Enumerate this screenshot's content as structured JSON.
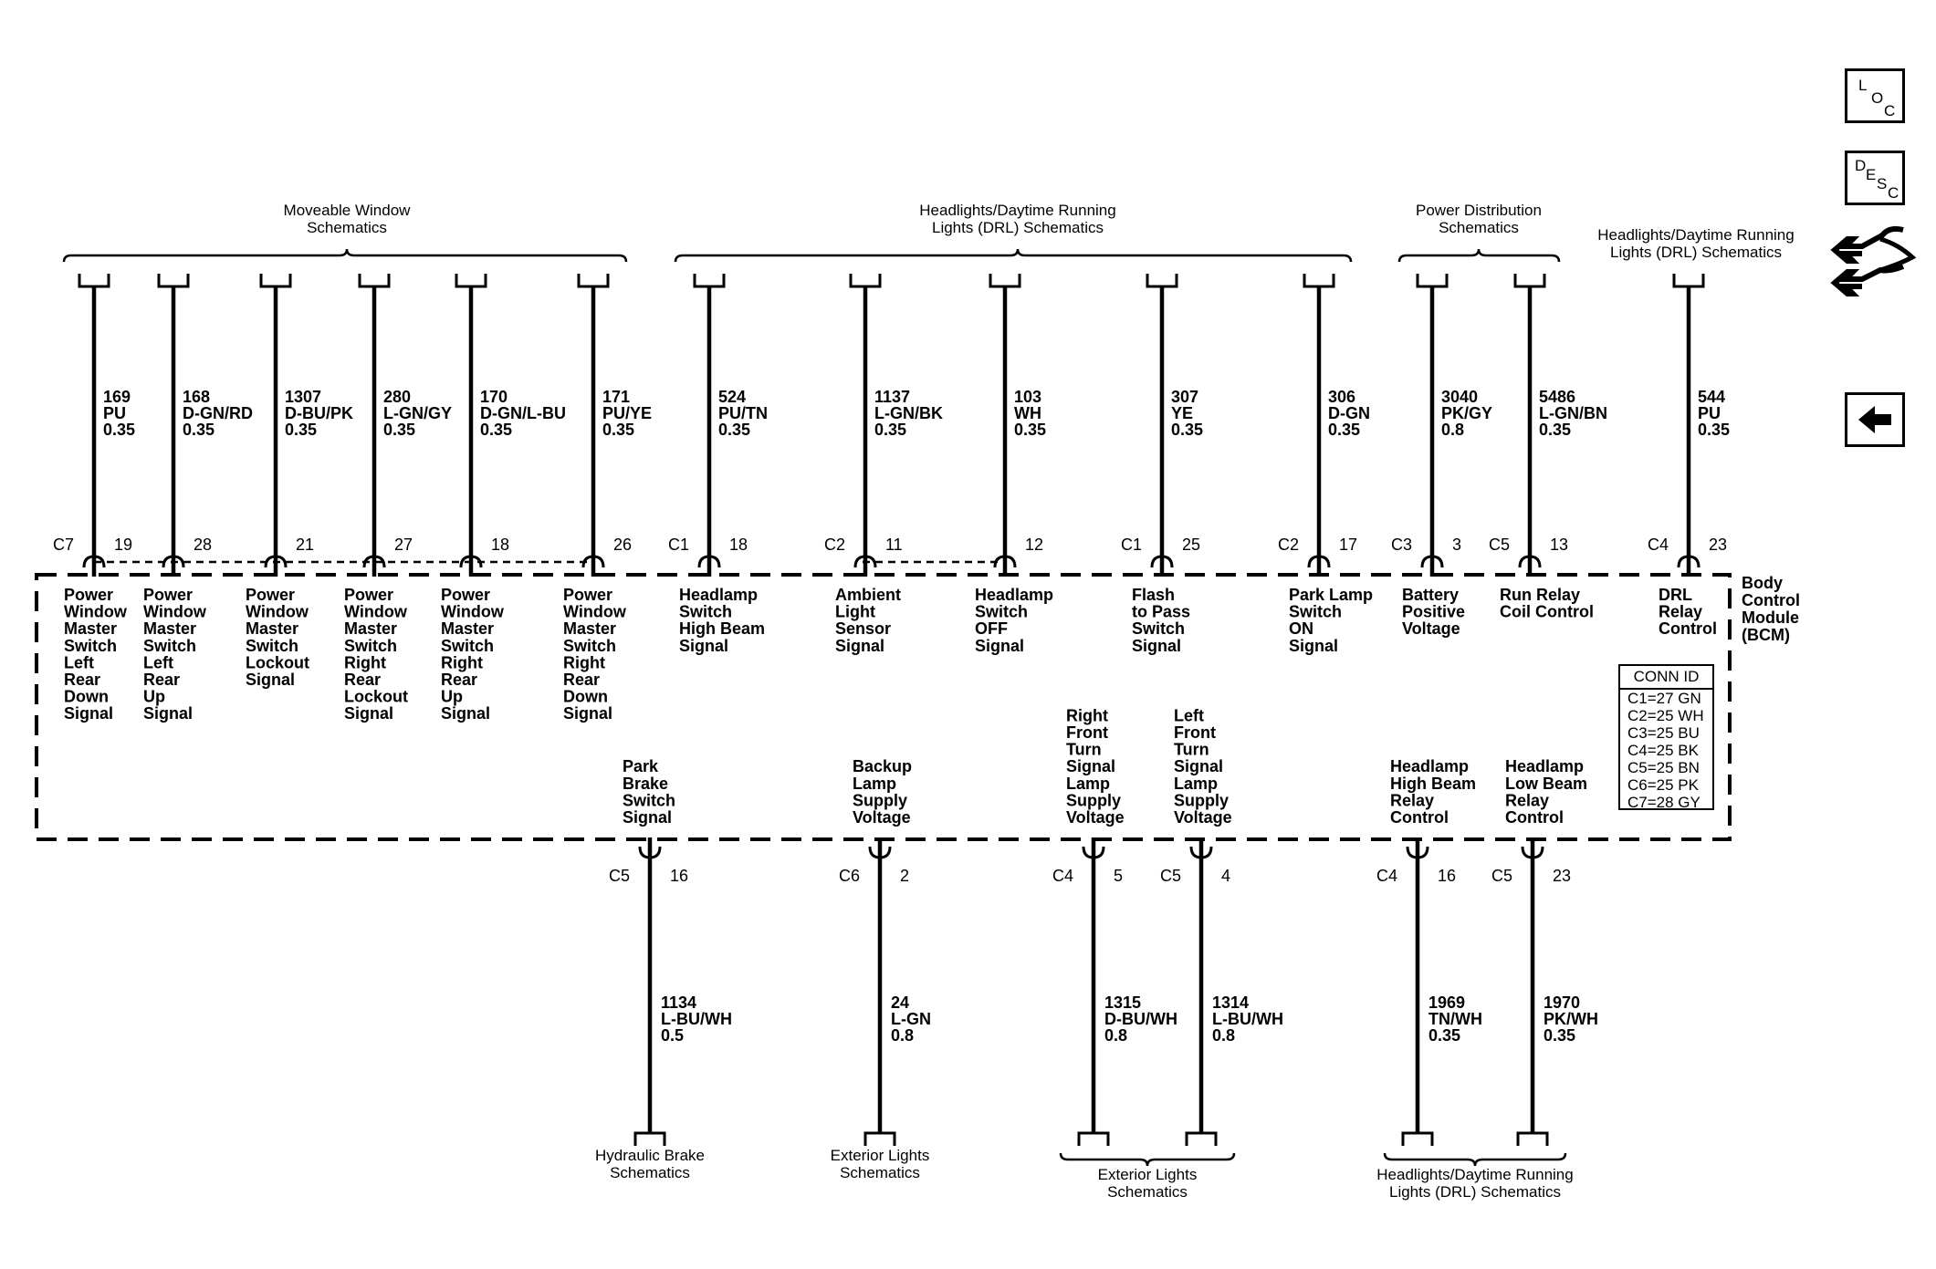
{
  "groups_top": [
    {
      "label": [
        "Moveable Window",
        "Schematics"
      ]
    },
    {
      "label": [
        "Headlights/Daytime Running",
        "Lights (DRL) Schematics"
      ]
    },
    {
      "label": [
        "Power Distribution",
        "Schematics"
      ]
    },
    {
      "label": [
        "Headlights/Daytime Running",
        "Lights (DRL) Schematics"
      ]
    }
  ],
  "groups_bottom": [
    {
      "label": [
        "Hydraulic Brake",
        "Schematics"
      ]
    },
    {
      "label": [
        "Exterior Lights",
        "Schematics"
      ]
    },
    {
      "label": [
        "Exterior Lights",
        "Schematics"
      ]
    },
    {
      "label": [
        "Headlights/Daytime Running",
        "Lights (DRL) Schematics"
      ]
    }
  ],
  "module": {
    "label": [
      "Body",
      "Control",
      "Module",
      "(BCM)"
    ]
  },
  "top_circuits": [
    {
      "conn": "C7",
      "pin": "19",
      "circuit": "169",
      "color": "PU",
      "gauge": "0.35",
      "label": [
        "Power",
        "Window",
        "Master",
        "Switch",
        "Left",
        "Rear",
        "Down",
        "Signal"
      ]
    },
    {
      "conn": "",
      "pin": "28",
      "circuit": "168",
      "color": "D-GN/RD",
      "gauge": "0.35",
      "label": [
        "Power",
        "Window",
        "Master",
        "Switch",
        "Left",
        "Rear",
        "Up",
        "Signal"
      ]
    },
    {
      "conn": "",
      "pin": "21",
      "circuit": "1307",
      "color": "D-BU/PK",
      "gauge": "0.35",
      "label": [
        "Power",
        "Window",
        "Master",
        "Switch",
        "Lockout",
        "Signal"
      ]
    },
    {
      "conn": "",
      "pin": "27",
      "circuit": "280",
      "color": "L-GN/GY",
      "gauge": "0.35",
      "label": [
        "Power",
        "Window",
        "Master",
        "Switch",
        "Right",
        "Rear",
        "Lockout",
        "Signal"
      ]
    },
    {
      "conn": "",
      "pin": "18",
      "circuit": "170",
      "color": "D-GN/L-BU",
      "gauge": "0.35",
      "label": [
        "Power",
        "Window",
        "Master",
        "Switch",
        "Right",
        "Rear",
        "Up",
        "Signal"
      ]
    },
    {
      "conn": "",
      "pin": "26",
      "circuit": "171",
      "color": "PU/YE",
      "gauge": "0.35",
      "label": [
        "Power",
        "Window",
        "Master",
        "Switch",
        "Right",
        "Rear",
        "Down",
        "Signal"
      ]
    },
    {
      "conn": "C1",
      "pin": "18",
      "circuit": "524",
      "color": "PU/TN",
      "gauge": "0.35",
      "label": [
        "Headlamp",
        "Switch",
        "High Beam",
        "Signal"
      ]
    },
    {
      "conn": "C2",
      "pin": "11",
      "circuit": "1137",
      "color": "L-GN/BK",
      "gauge": "0.35",
      "label": [
        "Ambient",
        "Light",
        "Sensor",
        "Signal"
      ]
    },
    {
      "conn": "",
      "pin": "12",
      "circuit": "103",
      "color": "WH",
      "gauge": "0.35",
      "label": [
        "Headlamp",
        "Switch",
        "OFF",
        "Signal"
      ]
    },
    {
      "conn": "C1",
      "pin": "25",
      "circuit": "307",
      "color": "YE",
      "gauge": "0.35",
      "label": [
        "Flash",
        "to Pass",
        "Switch",
        "Signal"
      ]
    },
    {
      "conn": "C2",
      "pin": "17",
      "circuit": "306",
      "color": "D-GN",
      "gauge": "0.35",
      "label": [
        "Park Lamp",
        "Switch",
        "ON",
        "Signal"
      ]
    },
    {
      "conn": "C3",
      "pin": "3",
      "circuit": "3040",
      "color": "PK/GY",
      "gauge": "0.8",
      "label": [
        "Battery",
        "Positive",
        "Voltage"
      ]
    },
    {
      "conn": "C5",
      "pin": "13",
      "circuit": "5486",
      "color": "L-GN/BN",
      "gauge": "0.35",
      "label": [
        "Run Relay",
        "Coil Control"
      ]
    },
    {
      "conn": "C4",
      "pin": "23",
      "circuit": "544",
      "color": "PU",
      "gauge": "0.35",
      "label": [
        "DRL",
        "Relay",
        "Control"
      ]
    }
  ],
  "bottom_circuits": [
    {
      "conn": "C5",
      "pin": "16",
      "circuit": "1134",
      "color": "L-BU/WH",
      "gauge": "0.5",
      "label": [
        "Park",
        "Brake",
        "Switch",
        "Signal"
      ]
    },
    {
      "conn": "C6",
      "pin": "2",
      "circuit": "24",
      "color": "L-GN",
      "gauge": "0.8",
      "label": [
        "Backup",
        "Lamp",
        "Supply",
        "Voltage"
      ]
    },
    {
      "conn": "C4",
      "pin": "5",
      "circuit": "1315",
      "color": "D-BU/WH",
      "gauge": "0.8",
      "label": [
        "Right",
        "Front",
        "Turn",
        "Signal",
        "Lamp",
        "Supply",
        "Voltage"
      ]
    },
    {
      "conn": "C5",
      "pin": "4",
      "circuit": "1314",
      "color": "L-BU/WH",
      "gauge": "0.8",
      "label": [
        "Left",
        "Front",
        "Turn",
        "Signal",
        "Lamp",
        "Supply",
        "Voltage"
      ]
    },
    {
      "conn": "C4",
      "pin": "16",
      "circuit": "1969",
      "color": "TN/WH",
      "gauge": "0.35",
      "label": [
        "Headlamp",
        "High Beam",
        "Relay",
        "Control"
      ]
    },
    {
      "conn": "C5",
      "pin": "23",
      "circuit": "1970",
      "color": "PK/WH",
      "gauge": "0.35",
      "label": [
        "Headlamp",
        "Low Beam",
        "Relay",
        "Control"
      ]
    }
  ],
  "conn_id": {
    "title": "CONN ID",
    "rows": [
      "C1=27 GN",
      "C2=25 WH",
      "C3=25 BU",
      "C4=25 BK",
      "C5=25 BN",
      "C6=25 PK",
      "C7=28 GY"
    ]
  },
  "nav": {
    "loc": [
      "L",
      "O",
      "C"
    ],
    "desc": [
      "D",
      "E",
      "S",
      "C"
    ]
  }
}
